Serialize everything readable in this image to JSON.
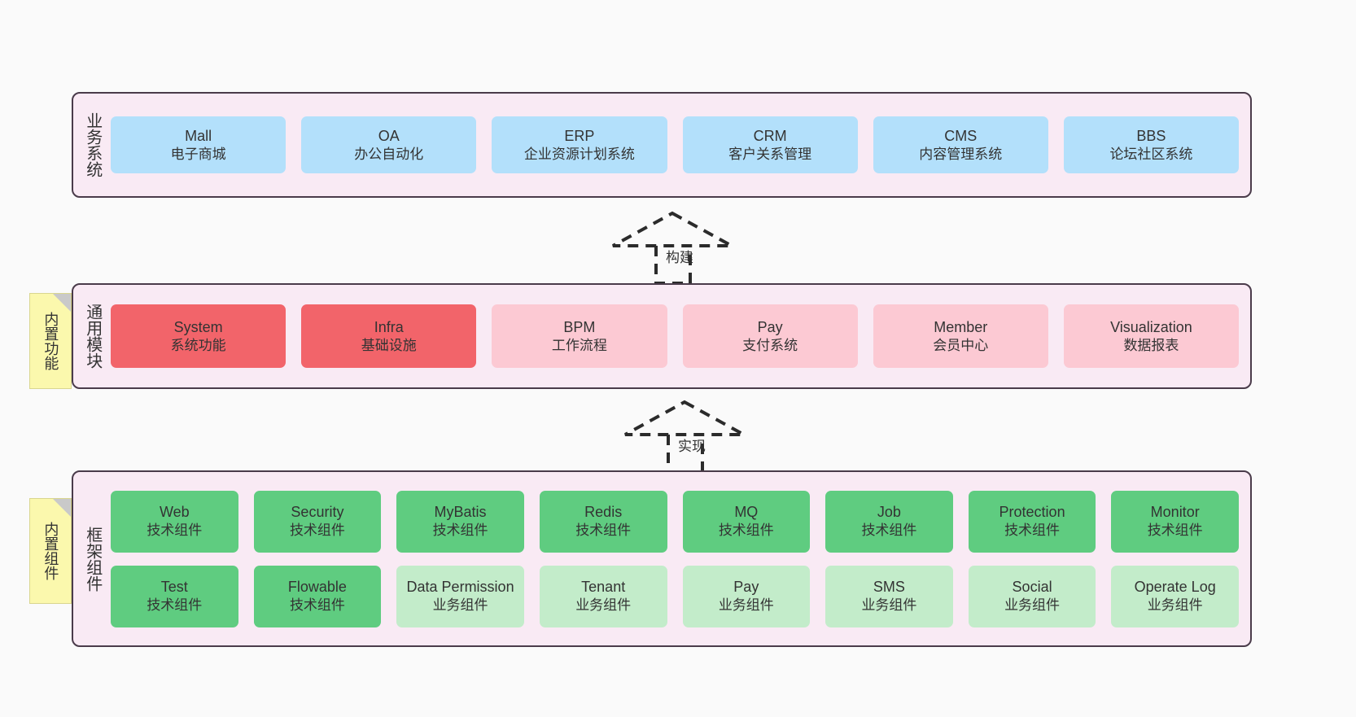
{
  "diagram": {
    "layers": [
      {
        "id": "business",
        "title": "业务系统",
        "rows": [
          [
            {
              "name": "Mall",
              "sub": "电子商城",
              "color": "#b3e0fb"
            },
            {
              "name": "OA",
              "sub": "办公自动化",
              "color": "#b3e0fb"
            },
            {
              "name": "ERP",
              "sub": "企业资源计划系统",
              "color": "#b3e0fb"
            },
            {
              "name": "CRM",
              "sub": "客户关系管理",
              "color": "#b3e0fb"
            },
            {
              "name": "CMS",
              "sub": "内容管理系统",
              "color": "#b3e0fb"
            },
            {
              "name": "BBS",
              "sub": "论坛社区系统",
              "color": "#b3e0fb"
            }
          ]
        ]
      },
      {
        "id": "common",
        "title": "通用模块",
        "note": "内置功能",
        "rows": [
          [
            {
              "name": "System",
              "sub": "系统功能",
              "color": "#f2646a"
            },
            {
              "name": "Infra",
              "sub": "基础设施",
              "color": "#f2646a"
            },
            {
              "name": "BPM",
              "sub": "工作流程",
              "color": "#fcc9d3"
            },
            {
              "name": "Pay",
              "sub": "支付系统",
              "color": "#fcc9d3"
            },
            {
              "name": "Member",
              "sub": "会员中心",
              "color": "#fcc9d3"
            },
            {
              "name": "Visualization",
              "sub": "数据报表",
              "color": "#fcc9d3"
            }
          ]
        ]
      },
      {
        "id": "framework",
        "title": "框架组件",
        "note": "内置组件",
        "rows": [
          [
            {
              "name": "Web",
              "sub": "技术组件",
              "color": "#5fcc80"
            },
            {
              "name": "Security",
              "sub": "技术组件",
              "color": "#5fcc80"
            },
            {
              "name": "MyBatis",
              "sub": "技术组件",
              "color": "#5fcc80"
            },
            {
              "name": "Redis",
              "sub": "技术组件",
              "color": "#5fcc80"
            },
            {
              "name": "MQ",
              "sub": "技术组件",
              "color": "#5fcc80"
            },
            {
              "name": "Job",
              "sub": "技术组件",
              "color": "#5fcc80"
            },
            {
              "name": "Protection",
              "sub": "技术组件",
              "color": "#5fcc80"
            },
            {
              "name": "Monitor",
              "sub": "技术组件",
              "color": "#5fcc80"
            }
          ],
          [
            {
              "name": "Test",
              "sub": "技术组件",
              "color": "#5fcc80"
            },
            {
              "name": "Flowable",
              "sub": "技术组件",
              "color": "#5fcc80"
            },
            {
              "name": "Data Permission",
              "sub": "业务组件",
              "color": "#c3ecca"
            },
            {
              "name": "Tenant",
              "sub": "业务组件",
              "color": "#c3ecca"
            },
            {
              "name": "Pay",
              "sub": "业务组件",
              "color": "#c3ecca"
            },
            {
              "name": "SMS",
              "sub": "业务组件",
              "color": "#c3ecca"
            },
            {
              "name": "Social",
              "sub": "业务组件",
              "color": "#c3ecca"
            },
            {
              "name": "Operate Log",
              "sub": "业务组件",
              "color": "#c3ecca"
            }
          ]
        ]
      }
    ],
    "connectors": [
      {
        "id": "build",
        "label": "构建"
      },
      {
        "id": "impl",
        "label": "实现"
      }
    ],
    "colors": {
      "panel_background": "#f9eaf4",
      "panel_border": "#4a3b4a",
      "note_background": "#fbf8ad",
      "canvas_background": "#fafafa",
      "blue": "#b3e0fb",
      "red": "#f2646a",
      "pink": "#fcc9d3",
      "green": "#5fcc80",
      "green_light": "#c3ecca"
    }
  }
}
